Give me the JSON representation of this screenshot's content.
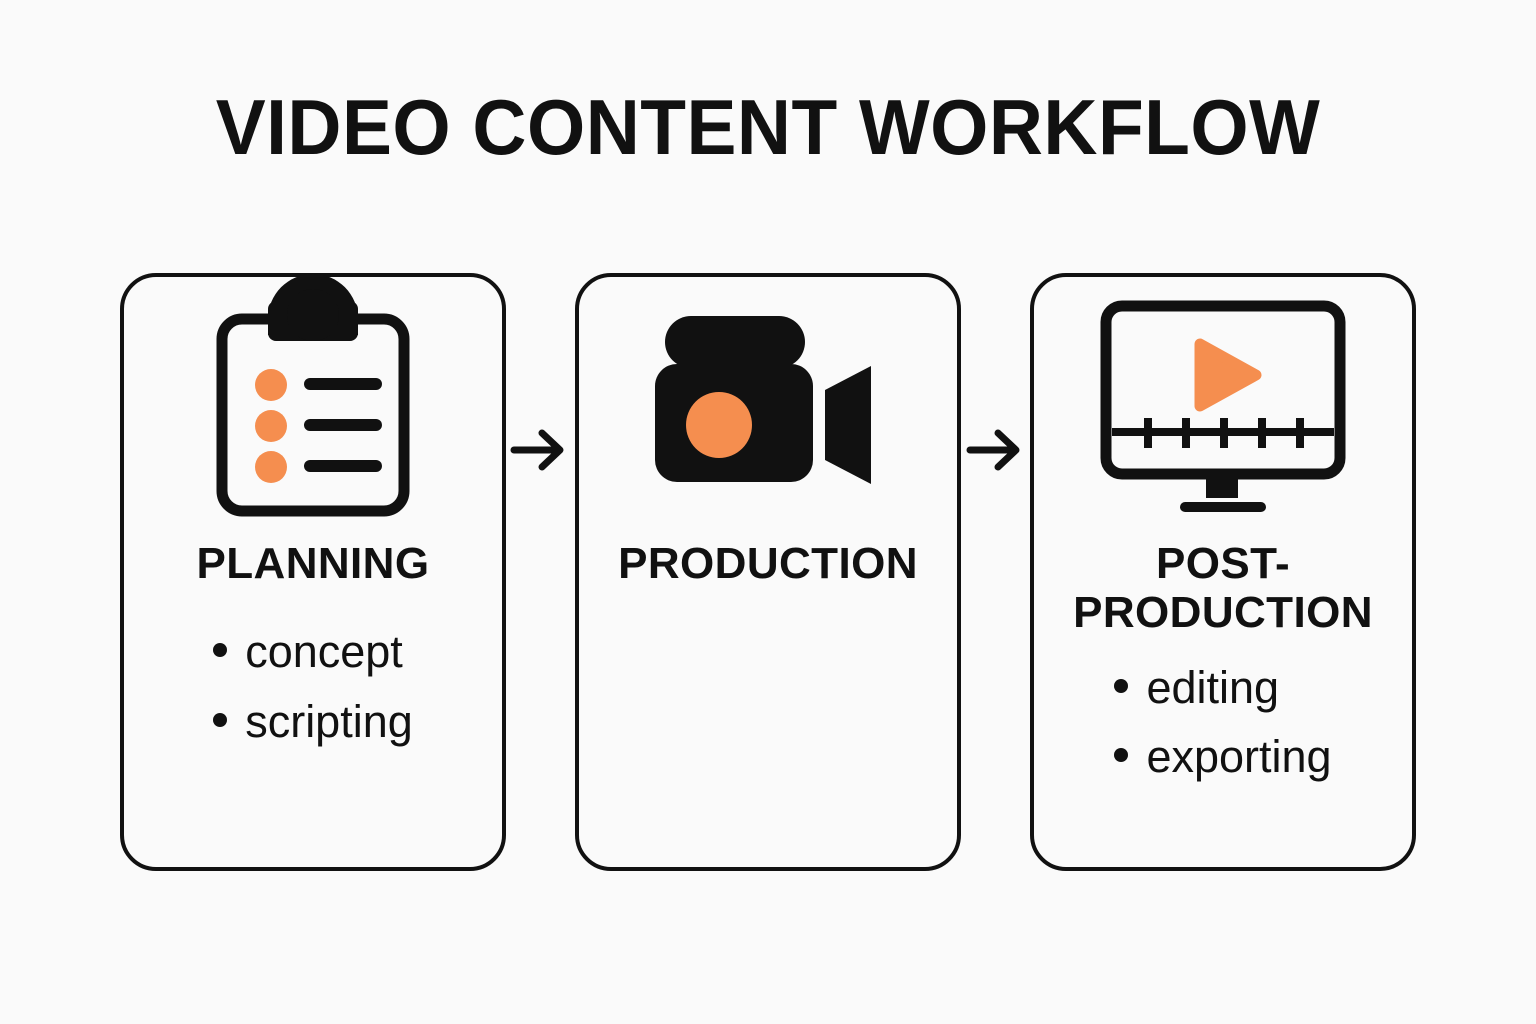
{
  "page": {
    "title": "VIDEO CONTENT WORKFLOW",
    "background_color": "#fafafa",
    "ink_color": "#111111",
    "accent_color": "#f58e4f"
  },
  "steps": [
    {
      "id": "planning",
      "icon": "clipboard-checklist-icon",
      "heading": "PLANNING",
      "bullets": [
        "concept",
        "scripting"
      ]
    },
    {
      "id": "production",
      "icon": "video-camera-icon",
      "heading": "PRODUCTION",
      "bullets": []
    },
    {
      "id": "post-production",
      "icon": "monitor-play-timeline-icon",
      "heading": "POST-PRODUCTION",
      "bullets": [
        "editing",
        "exporting"
      ]
    }
  ],
  "connectors": [
    {
      "id": "arrow-planning-to-production",
      "icon": "arrow-right-icon"
    },
    {
      "id": "arrow-production-to-post",
      "icon": "arrow-right-icon"
    }
  ]
}
